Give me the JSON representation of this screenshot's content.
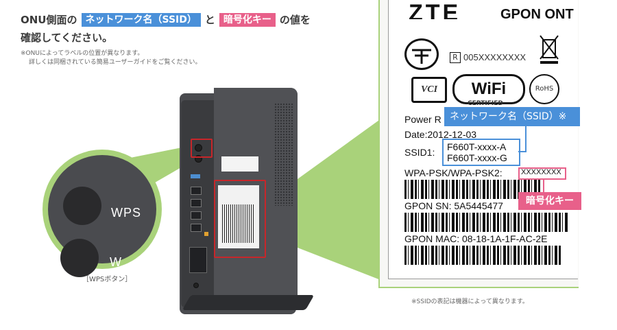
{
  "instruction": {
    "prefix": "ONU側面の",
    "ssid_tag": "ネットワーク名（SSID）",
    "middle": "と",
    "key_tag": "暗号化キー",
    "suffix": "の値を",
    "line2": "確認してください。"
  },
  "note": {
    "line1": "※ONUによってラベルの位置が異なります。",
    "line2": "詳しくは同梱されている簡易ユーザーガイドをご覧ください。"
  },
  "zoom": {
    "wps": "WPS",
    "wps_partial": "W",
    "caption": "［WPSボタン］"
  },
  "label": {
    "brand": "ZTE",
    "product": "GPON ONT",
    "r_mark": "R",
    "serial": "005XXXXXXXX",
    "vci": "VCI",
    "wifi": "WiFi",
    "certified": "CERTIFIED",
    "rohs": "RoHS",
    "power": "Power R",
    "date": "Date:2012-12-03",
    "ssid_label": "SSID1:",
    "ssid1": "F660T-xxxx-A",
    "ssid2": "F660T-xxxx-G",
    "wpa_label": "WPA-PSK/WPA-PSK2:",
    "wpa_key": "XXXXXXXX",
    "gpon_sn": "GPON SN: 5A5445477",
    "gpon_mac": "GPON MAC: 08-18-1A-1F-AC-2E"
  },
  "callouts": {
    "ssid": "ネットワーク名（SSID）※",
    "key": "暗号化キー"
  },
  "footnote": "※SSIDの表記は機器によって異なります。",
  "colors": {
    "blue": "#4a90d9",
    "pink": "#e8608a",
    "green": "#a9d27a",
    "red": "#c8262a"
  }
}
